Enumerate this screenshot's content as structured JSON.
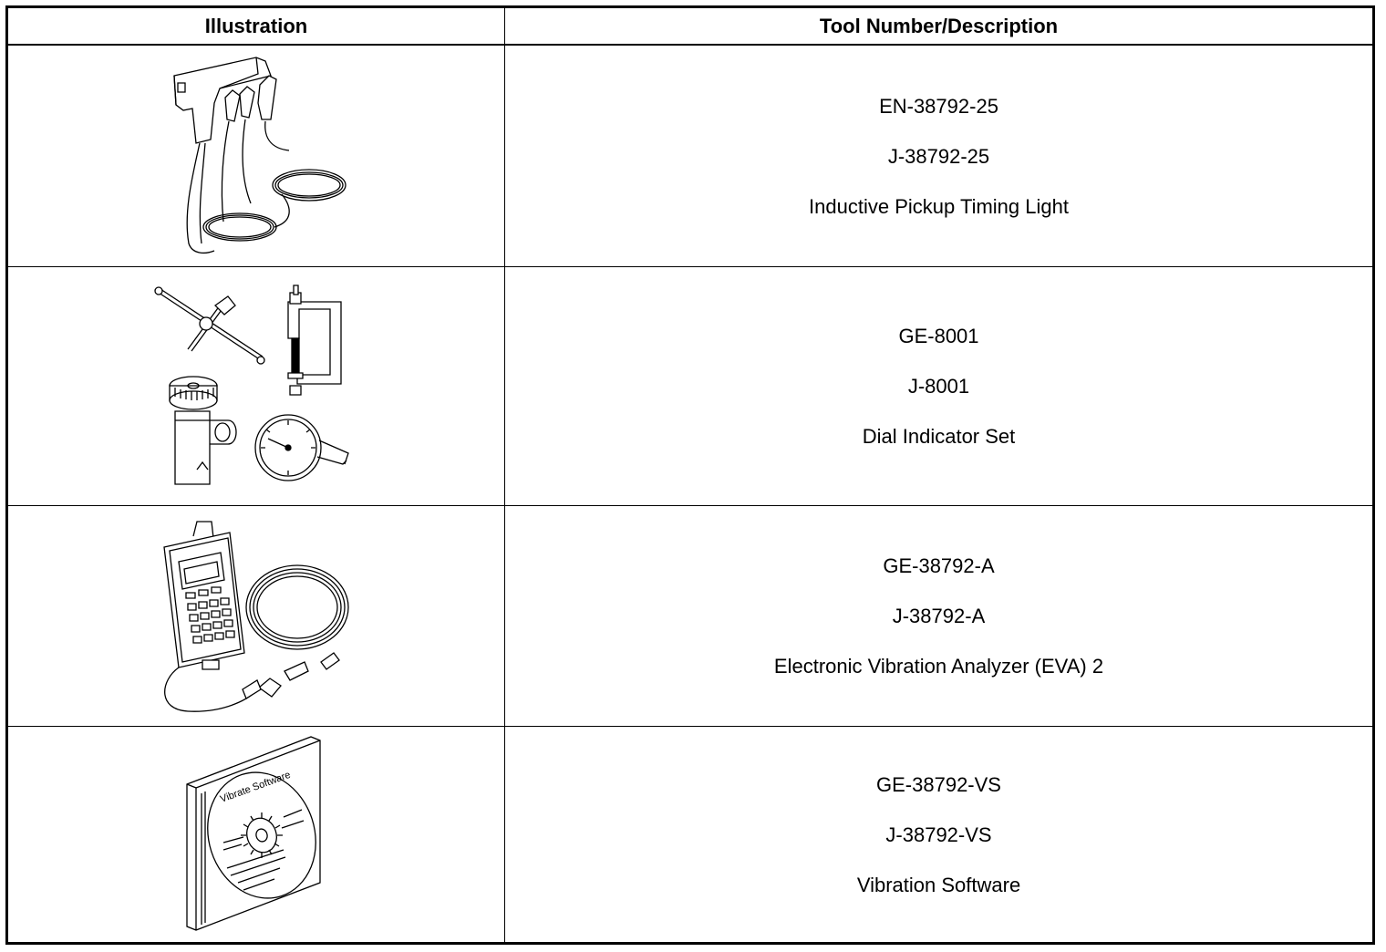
{
  "table": {
    "headers": {
      "illustration": "Illustration",
      "tool": "Tool Number/Description"
    },
    "rows": [
      {
        "tool_number_en": "EN-38792-25",
        "tool_number_j": "J-38792-25",
        "description": "Inductive Pickup Timing Light",
        "icon": "timing-light-icon"
      },
      {
        "tool_number_en": "GE-8001",
        "tool_number_j": "J-8001",
        "description": "Dial Indicator Set",
        "icon": "dial-indicator-set-icon"
      },
      {
        "tool_number_en": "GE-38792-A",
        "tool_number_j": "J-38792-A",
        "description": "Electronic Vibration Analyzer (EVA) 2",
        "icon": "vibration-analyzer-icon"
      },
      {
        "tool_number_en": "GE-38792-VS",
        "tool_number_j": "J-38792-VS",
        "description": "Vibration Software",
        "icon": "software-cd-icon",
        "cd_label": "Vibrate Software"
      }
    ]
  }
}
